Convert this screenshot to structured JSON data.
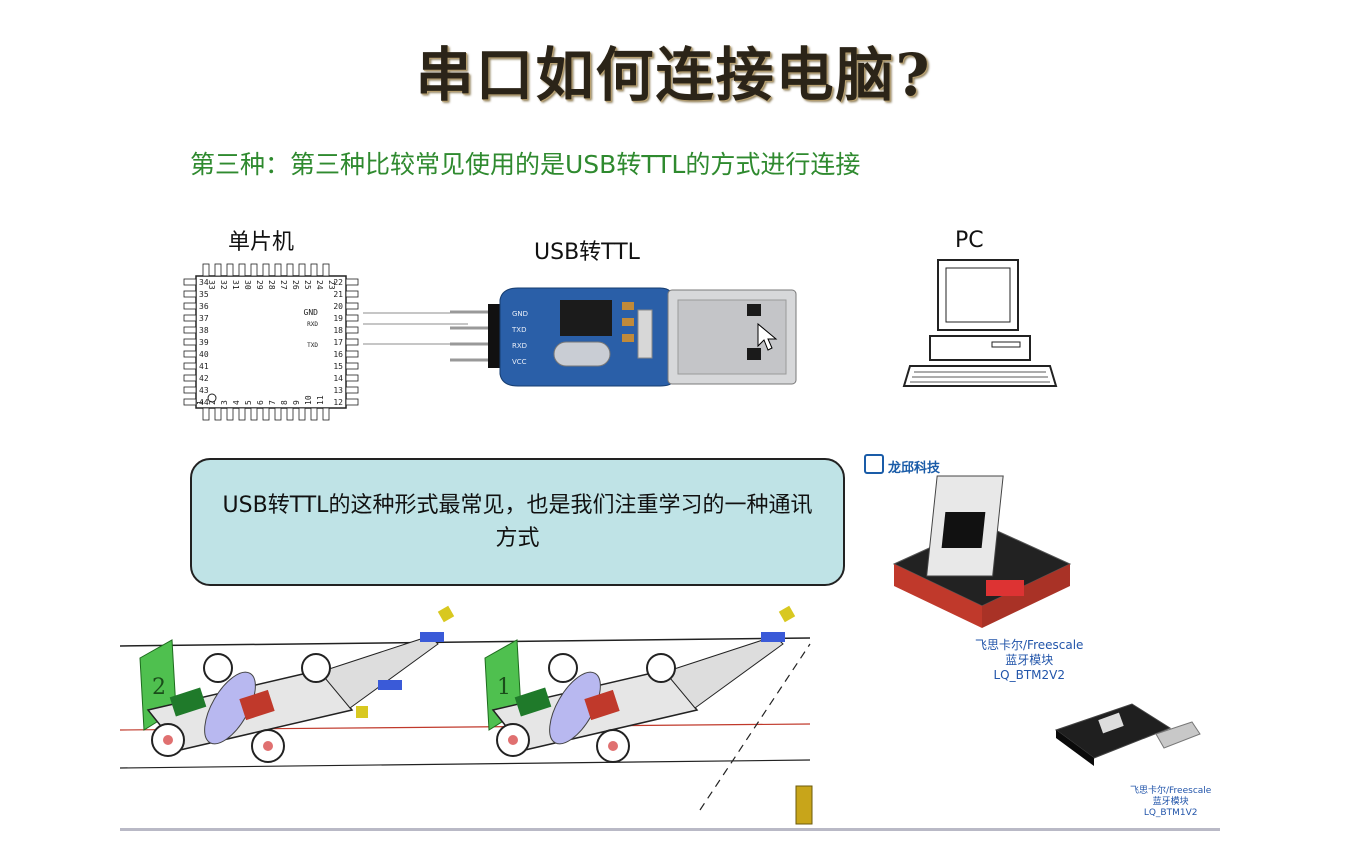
{
  "title": "串口如何连接电脑?",
  "subtitle": "第三种：第三种比较常见使用的是USB转TTL的方式进行连接",
  "labels": {
    "mcu": "单片机",
    "usb_ttl": "USB转TTL",
    "pc": "PC"
  },
  "mcu_pins": {
    "left": [
      "34",
      "35",
      "36",
      "37",
      "38",
      "39",
      "40",
      "41",
      "42",
      "43",
      "44"
    ],
    "right": [
      "22",
      "21",
      "20",
      "19",
      "18",
      "17",
      "16",
      "15",
      "14",
      "13",
      "12"
    ],
    "top": [
      "33",
      "32",
      "31",
      "30",
      "29",
      "28",
      "27",
      "26",
      "25",
      "24",
      "23"
    ],
    "bottom": [
      "1",
      "2",
      "3",
      "4",
      "5",
      "6",
      "7",
      "8",
      "9",
      "10",
      "11"
    ],
    "signals": {
      "gnd": "GND",
      "rxd": "RXD",
      "txd": "TXD"
    }
  },
  "usb_board_pins": {
    "gnd": "GND",
    "txd": "TXD",
    "rxd": "RXD",
    "vcc": "VCC"
  },
  "callout": "USB转TTL的这种形式最常见，也是我们注重学习的一种通讯方式",
  "modules": {
    "brand": "龙邱科技",
    "bt2_caption": [
      "飞思卡尔/Freescale",
      "蓝牙模块",
      "LQ_BTM2V2"
    ],
    "bt1_caption": [
      "飞思卡尔/Freescale",
      "蓝牙模块",
      "LQ_BTM1V2"
    ]
  },
  "cars": {
    "car_left_number": "2",
    "car_right_number": "1"
  },
  "colors": {
    "title": "#2b2418",
    "subtitle": "#2f8a2f",
    "callout_bg": "#bfe3e6",
    "board_blue": "#2a5fa8"
  }
}
